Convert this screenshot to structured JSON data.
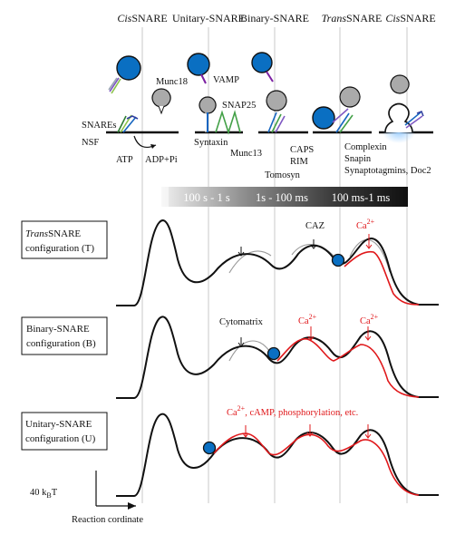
{
  "stage_headers": [
    {
      "prefix": "Cis",
      "text": "SNARE"
    },
    {
      "prefix": "",
      "text": "Unitary-SNARE"
    },
    {
      "prefix": "",
      "text": "Binary-SNARE"
    },
    {
      "prefix": "Trans",
      "text": "SNARE"
    },
    {
      "prefix": "Cis",
      "text": "SNARE"
    }
  ],
  "protein_labels": {
    "munc18": "Munc18",
    "vamp": "VAMP",
    "snap25": "SNAP25",
    "snares": "SNAREs",
    "nsf": "NSF",
    "syntaxin": "Syntaxin",
    "atp": "ATP",
    "adp": "ADP+Pi",
    "munc13": "Munc13",
    "tomosyn": "Tomosyn",
    "caps": "CAPS",
    "rim": "RIM",
    "complexin": "Complexin",
    "snapin": "Snapin",
    "synaptotagmins": "Synaptotagmins, Doc2"
  },
  "timescale_bar": {
    "segments": [
      "100 s - 1 s",
      "1s - 100 ms",
      "100 ms-1 ms"
    ]
  },
  "panels": [
    {
      "id": "T",
      "label_prefix": "Trans",
      "label_line1": "SNARE",
      "label_line2": "configuration (T)",
      "annotations": {
        "caz": "CAZ",
        "ca": "Ca",
        "ca_sup": "2+"
      }
    },
    {
      "id": "B",
      "label_line1": "Binary-SNARE",
      "label_line2": "configuration (B)",
      "annotations": {
        "cytomatrix": "Cytomatrix",
        "ca1": "Ca",
        "ca1_sup": "2+",
        "ca2": "Ca",
        "ca2_sup": "2+"
      }
    },
    {
      "id": "U",
      "label_line1": "Unitary-SNARE",
      "label_line2": "configuration (U)",
      "annotations": {
        "ca": "Ca",
        "ca_sup": "2+",
        "rest": ", cAMP, phosphorylation, etc."
      }
    }
  ],
  "scale": {
    "value": "40 k",
    "sub": "B",
    "unit": "T"
  },
  "x_axis_label": "Reaction cordinate",
  "colors": {
    "vesicle": "#0a6fc2",
    "modulated_curve": "#e0181b",
    "baseline_curve": "#111111",
    "reference_curve": "#999999"
  }
}
